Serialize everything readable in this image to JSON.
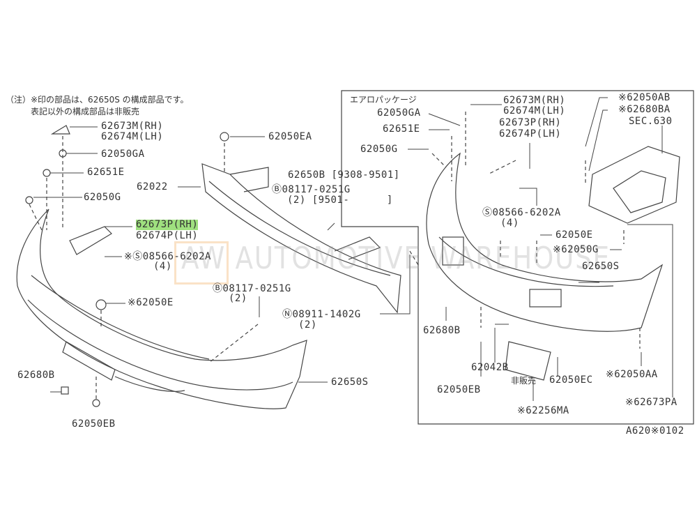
{
  "note": {
    "line1": "（注）※印の部品は、62650S の構成部品です。",
    "line2": "表記以外の構成部品は非販売"
  },
  "left_labels": {
    "p62673M": "62673M(RH)",
    "p62674M": "62674M(LH)",
    "p62050GA": "62050GA",
    "p62651E": "62651E",
    "p62050G": "62050G",
    "p62673P": "62673P(RH)",
    "p62674P": "62674P(LH)",
    "bolt_s": "※Ⓢ08566-6202A",
    "bolt_s_qty": "(4)",
    "p62050E": "※62050E",
    "p62680B": "62680B",
    "p62050EB": "62050EB",
    "p62650S": "62650S",
    "p62050EA": "62050EA",
    "p62022": "62022",
    "p62650B": "62650B [9308-9501]",
    "bolt_b1": "Ⓑ08117-0251G",
    "bolt_b1_qty": "(2) [9501-      ]",
    "bolt_b2": "Ⓑ08117-0251G",
    "bolt_b2_qty": "(2)",
    "nut_n": "Ⓝ08911-1402G",
    "nut_n_qty": "(2)"
  },
  "aero": {
    "title": "エアロパッケージ",
    "p62673M": "62673M(RH)",
    "p62674M": "62674M(LH)",
    "p62050GA": "62050GA",
    "p62651E": "62651E",
    "p62673P": "62673P(RH)",
    "p62674P": "62674P(LH)",
    "p62050G": "62050G",
    "p62050AB": "※62050AB",
    "p62680BA": "※62680BA",
    "sec": "SEC.630",
    "bolt_s": "Ⓢ08566-6202A",
    "bolt_s_qty": "(4)",
    "p62050E": "62050E",
    "p62050G2": "※62050G",
    "p62650S": "62650S",
    "p62680B": "62680B",
    "p62042B": "62042B",
    "p62050EB": "62050EB",
    "not_sold": "非販売",
    "p62050EC": "62050EC",
    "p62050AA": "※62050AA",
    "p62256MA": "※62256MA",
    "p62673PA": "※62673PA"
  },
  "diagram_code": "A620※0102",
  "watermark": "AW AUTOMOTIVE WAREHOUSE"
}
